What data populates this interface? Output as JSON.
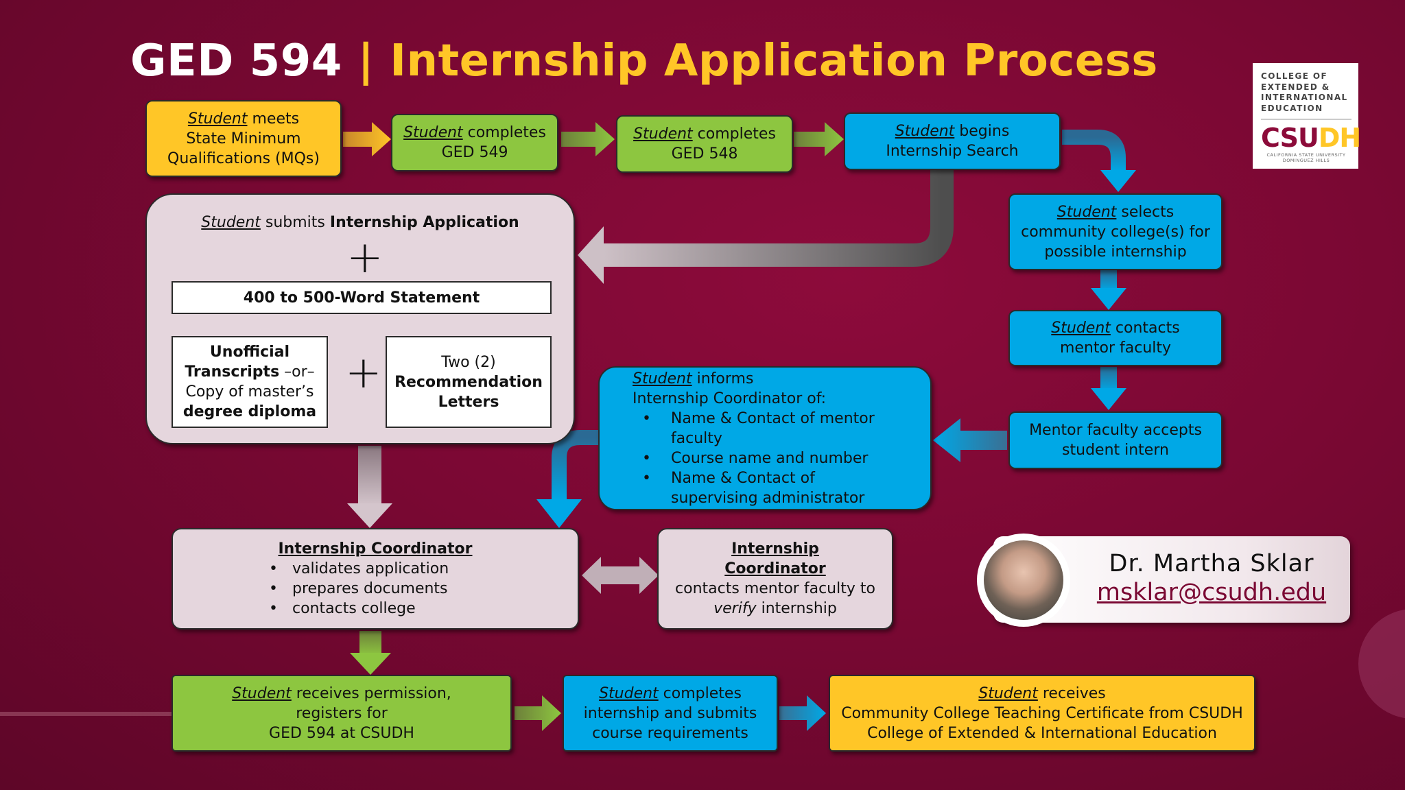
{
  "title": {
    "course": "GED 594",
    "separator": "|",
    "main": "Internship Application Process"
  },
  "logo": {
    "line1": "COLLEGE OF",
    "line2": "EXTENDED &",
    "line3": "INTERNATIONAL",
    "line4": "EDUCATION",
    "brand_a": "CSU",
    "brand_b": "DH",
    "sub1": "CALIFORNIA STATE UNIVERSITY",
    "sub2": "DOMINGUEZ HILLS"
  },
  "steps": {
    "mqs": {
      "student": "Student",
      "rest": " meets",
      "line2": "State Minimum",
      "line3": "Qualifications (MQs)"
    },
    "ged549": {
      "student": "Student",
      "rest": " completes",
      "line2": "GED 549"
    },
    "ged548": {
      "student": "Student",
      "rest": " completes",
      "line2": "GED 548"
    },
    "search": {
      "student": "Student",
      "rest": " begins",
      "line2": "Internship Search"
    },
    "selects": {
      "student": "Student",
      "rest": " selects",
      "line2": "community college(s) for",
      "line3": "possible internship"
    },
    "contacts": {
      "student": "Student",
      "rest": " contacts",
      "line2": "mentor faculty"
    },
    "accepts": {
      "line1": "Mentor faculty accepts",
      "line2": "student intern"
    },
    "informs": {
      "student": "Student",
      "rest": " informs",
      "line2": "Internship Coordinator of:",
      "bullets": [
        "Name & Contact of mentor faculty",
        "Course name and number",
        "Name & Contact of supervising administrator"
      ]
    },
    "application": {
      "student": "Student",
      "rest": " submits ",
      "bold": "Internship Application",
      "plus": "+",
      "statement": "400 to 500-Word Statement",
      "transcripts": {
        "l1": "Unofficial",
        "l2": "Transcripts",
        "l2b": " –or–",
        "l3": "Copy of master’s",
        "l4": "degree diploma"
      },
      "letters": {
        "l1": "Two (2)",
        "l2": "Recommendation",
        "l3": "Letters"
      }
    },
    "coordinator": {
      "heading": "Internship Coordinator",
      "bullets": [
        "validates application",
        "prepares documents",
        "contacts college"
      ]
    },
    "verify": {
      "l1": "Internship",
      "l2": "Coordinator",
      "l3": "contacts mentor faculty to",
      "l4a": "verify",
      "l4b": " internship"
    },
    "permission": {
      "student": "Student",
      "rest": " receives permission,",
      "line2": "registers for",
      "line3": "GED 594 at CSUDH"
    },
    "completes": {
      "student": "Student",
      "rest": " completes",
      "line2": "internship and submits",
      "line3": "course requirements"
    },
    "certificate": {
      "student": "Student",
      "rest": " receives",
      "line2": "Community College Teaching Certificate from CSUDH",
      "line3": "College of Extended & International Education"
    }
  },
  "speaker": {
    "name": "Dr. Martha Sklar",
    "email": "msklar@csudh.edu"
  },
  "colors": {
    "maroon": "#7a0833",
    "gold": "#ffc627",
    "green": "#8dc640",
    "blue": "#00a8e6",
    "pink": "#e5d6dd"
  }
}
